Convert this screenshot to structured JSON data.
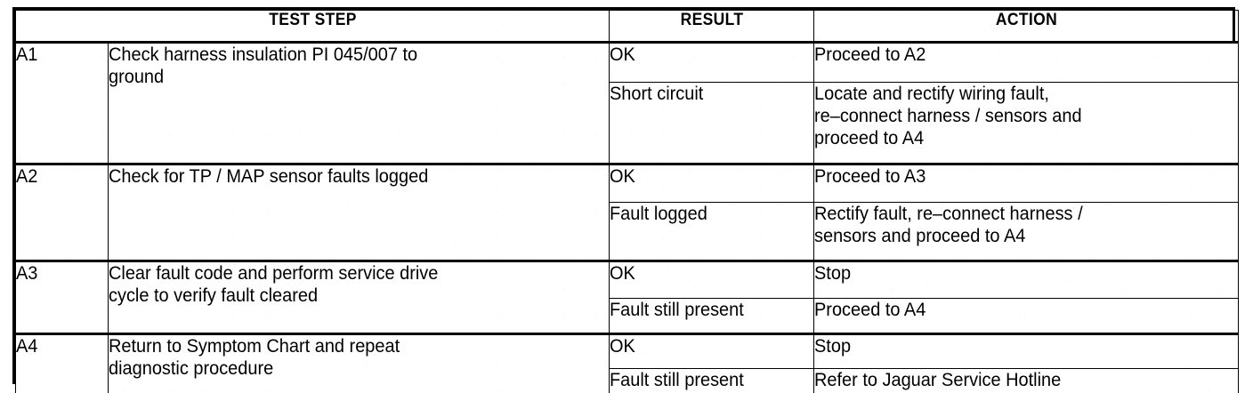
{
  "document": {
    "type": "diagnostic-test-table",
    "title": "Diagnostic Test Step Table"
  },
  "table": {
    "headers": {
      "test_step": "TEST STEP",
      "result": "RESULT",
      "action": "ACTION"
    },
    "steps": [
      {
        "id": "A1",
        "description": "Check harness insulation PI 045/007 to\nground",
        "outcomes": [
          {
            "result": "OK",
            "action": "Proceed to A2"
          },
          {
            "result": "Short circuit",
            "action": "Locate and rectify wiring fault,\nre–connect harness / sensors and\nproceed to A4"
          }
        ]
      },
      {
        "id": "A2",
        "description": "Check for TP / MAP sensor faults logged",
        "outcomes": [
          {
            "result": "OK",
            "action": "Proceed to A3"
          },
          {
            "result": "Fault logged",
            "action": "Rectify fault, re–connect harness /\nsensors and proceed to A4"
          }
        ]
      },
      {
        "id": "A3",
        "description": "Clear fault code and perform service drive\ncycle to verify fault cleared",
        "outcomes": [
          {
            "result": "OK",
            "action": "Stop"
          },
          {
            "result": "Fault still present",
            "action": "Proceed to A4"
          }
        ]
      },
      {
        "id": "A4",
        "description": "Return to Symptom Chart and repeat\ndiagnostic procedure",
        "outcomes": [
          {
            "result": "OK",
            "action": "Stop"
          },
          {
            "result": "Fault still present",
            "action": "Refer to Jaguar Service Hotline"
          }
        ]
      }
    ]
  },
  "colors": {
    "ink": "#000000",
    "paper": "#ffffff"
  }
}
